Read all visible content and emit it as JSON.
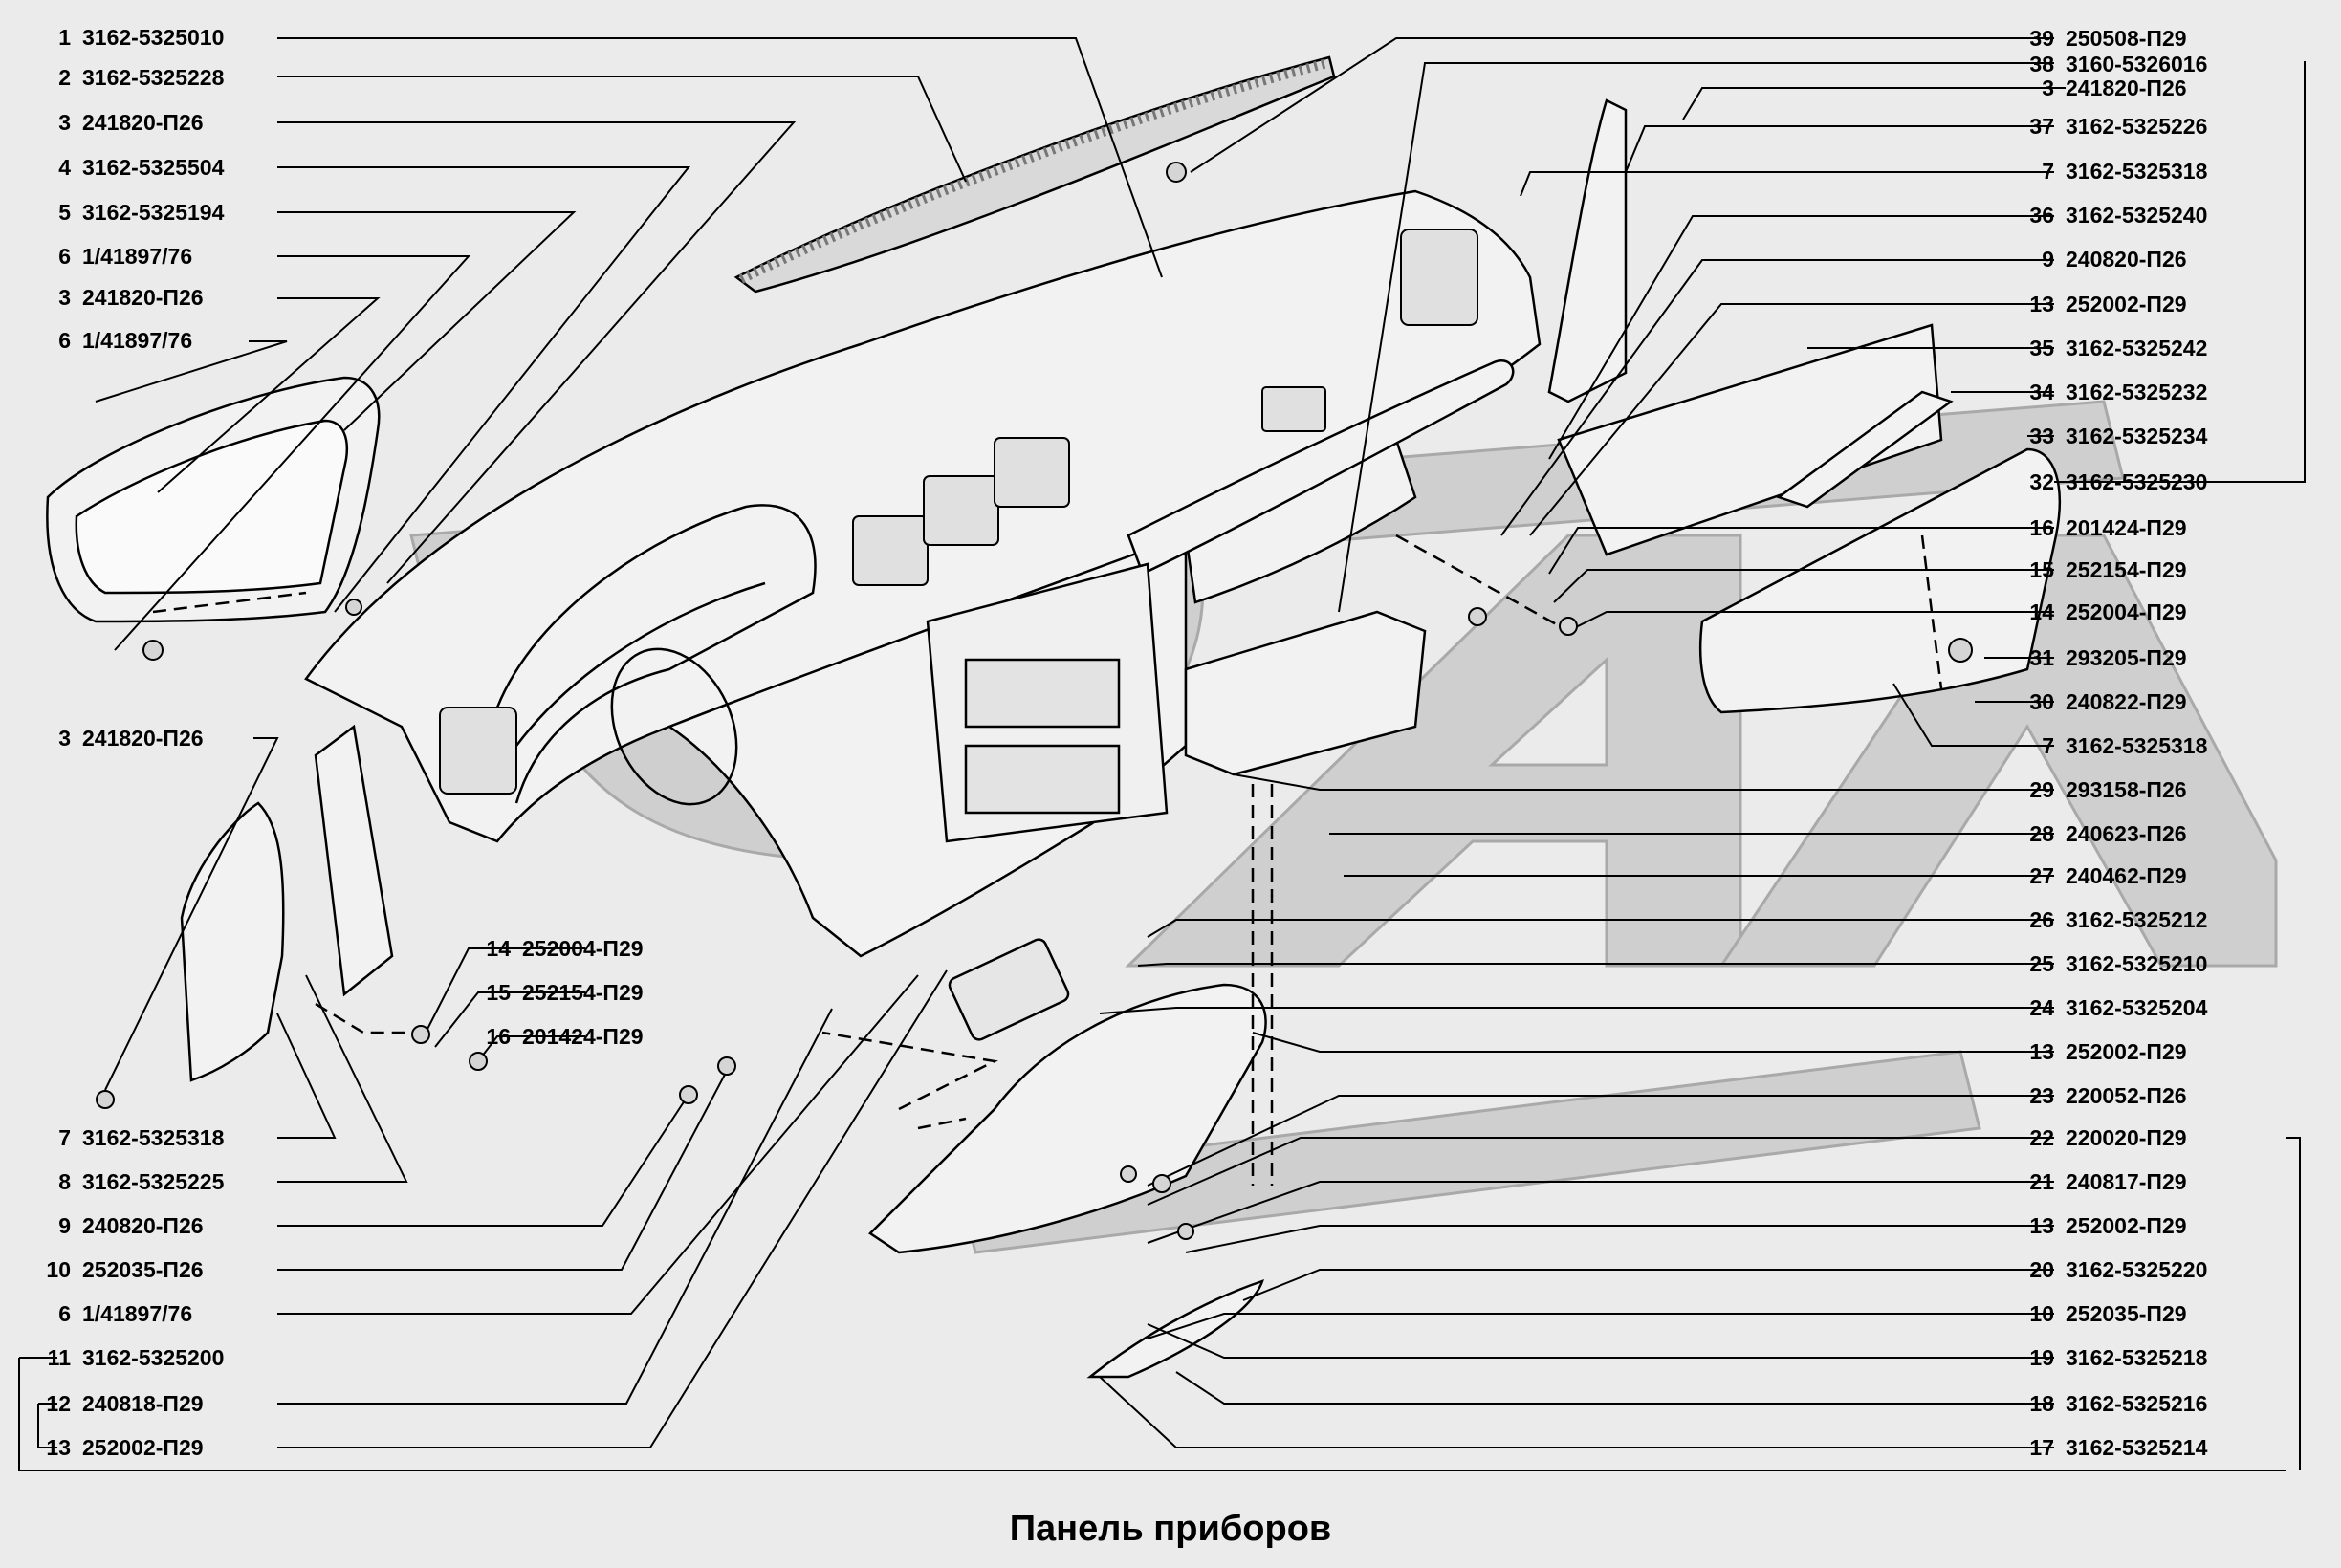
{
  "title": "Панель приборов",
  "left_callouts": [
    {
      "num": "1",
      "code": "3162-5325010"
    },
    {
      "num": "2",
      "code": "3162-5325228"
    },
    {
      "num": "3",
      "code": "241820-П26"
    },
    {
      "num": "4",
      "code": "3162-5325504"
    },
    {
      "num": "5",
      "code": "3162-5325194"
    },
    {
      "num": "6",
      "code": "1/41897/76"
    },
    {
      "num": "3",
      "code": "241820-П26"
    },
    {
      "num": "6",
      "code": "1/41897/76"
    },
    {
      "num": "3",
      "code": "241820-П26"
    },
    {
      "num": "14",
      "code": "252004-П29"
    },
    {
      "num": "15",
      "code": "252154-П29"
    },
    {
      "num": "16",
      "code": "201424-П29"
    },
    {
      "num": "7",
      "code": "3162-5325318"
    },
    {
      "num": "8",
      "code": "3162-5325225"
    },
    {
      "num": "9",
      "code": "240820-П26"
    },
    {
      "num": "10",
      "code": "252035-П26"
    },
    {
      "num": "6",
      "code": "1/41897/76"
    },
    {
      "num": "11",
      "code": "3162-5325200"
    },
    {
      "num": "12",
      "code": "240818-П29"
    },
    {
      "num": "13",
      "code": "252002-П29"
    }
  ],
  "right_callouts": [
    {
      "num": "39",
      "code": "250508-П29"
    },
    {
      "num": "38",
      "code": "3160-5326016"
    },
    {
      "num": "3",
      "code": "241820-П26"
    },
    {
      "num": "37",
      "code": "3162-5325226"
    },
    {
      "num": "7",
      "code": "3162-5325318"
    },
    {
      "num": "36",
      "code": "3162-5325240"
    },
    {
      "num": "9",
      "code": "240820-П26"
    },
    {
      "num": "13",
      "code": "252002-П29"
    },
    {
      "num": "35",
      "code": "3162-5325242"
    },
    {
      "num": "34",
      "code": "3162-5325232"
    },
    {
      "num": "33",
      "code": "3162-5325234"
    },
    {
      "num": "32",
      "code": "3162-5325230"
    },
    {
      "num": "16",
      "code": "201424-П29"
    },
    {
      "num": "15",
      "code": "252154-П29"
    },
    {
      "num": "14",
      "code": "252004-П29"
    },
    {
      "num": "31",
      "code": "293205-П29"
    },
    {
      "num": "30",
      "code": "240822-П29"
    },
    {
      "num": "7",
      "code": "3162-5325318"
    },
    {
      "num": "29",
      "code": "293158-П26"
    },
    {
      "num": "28",
      "code": "240623-П26"
    },
    {
      "num": "27",
      "code": "240462-П29"
    },
    {
      "num": "26",
      "code": "3162-5325212"
    },
    {
      "num": "25",
      "code": "3162-5325210"
    },
    {
      "num": "24",
      "code": "3162-5325204"
    },
    {
      "num": "13",
      "code": "252002-П29"
    },
    {
      "num": "23",
      "code": "220052-П26"
    },
    {
      "num": "22",
      "code": "220020-П29"
    },
    {
      "num": "21",
      "code": "240817-П29"
    },
    {
      "num": "13",
      "code": "252002-П29"
    },
    {
      "num": "20",
      "code": "3162-5325220"
    },
    {
      "num": "10",
      "code": "252035-П29"
    },
    {
      "num": "19",
      "code": "3162-5325218"
    },
    {
      "num": "18",
      "code": "3162-5325216"
    },
    {
      "num": "17",
      "code": "3162-5325214"
    }
  ]
}
